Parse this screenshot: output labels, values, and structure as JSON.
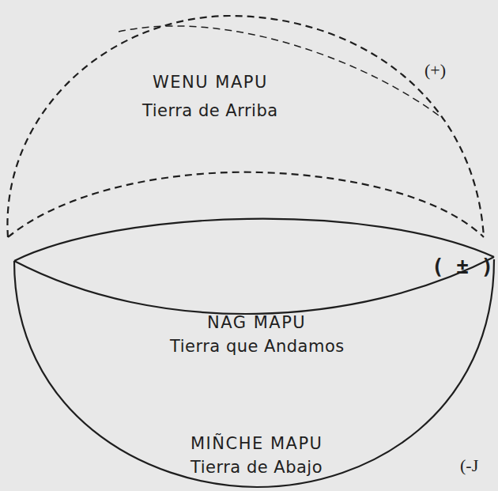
{
  "diagram": {
    "nodes": [
      {
        "text": [
          "WENU MAPU",
          "Tierra de Arriba"
        ]
      },
      {
        "text": [
          "NAG MAPU",
          "Tierra que Andamos"
        ]
      },
      {
        "text": [
          "MIÑCHE MAPU",
          "Tierra de Abajo"
        ]
      }
    ],
    "labels": [
      "(+)",
      "( ± )",
      "(-J"
    ]
  }
}
